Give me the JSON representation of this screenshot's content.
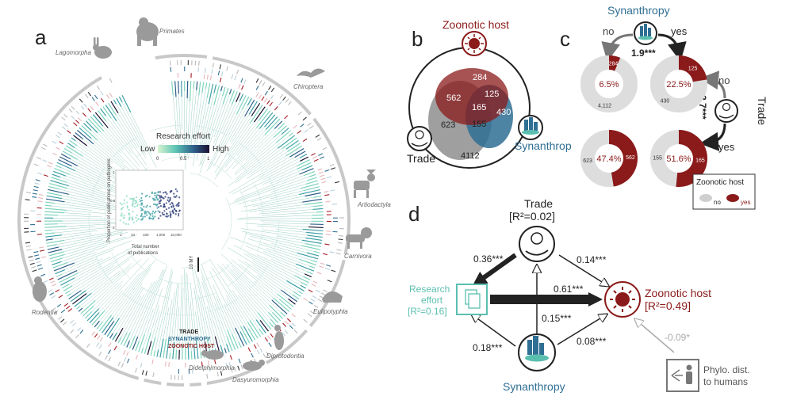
{
  "panels": {
    "a": "a",
    "b": "b",
    "c": "c",
    "d": "d"
  },
  "panel_a": {
    "orders": [
      "Primates",
      "Lagomorpha",
      "Chiroptera",
      "Artiodactyla",
      "Carnivora",
      "Eulipotyphla",
      "Diprotodontia",
      "Dasyuromorphia",
      "Didelphimorphia",
      "Rodentia"
    ],
    "research_effort": {
      "title": "Research effort",
      "low": "Low",
      "high": "High",
      "ticks": [
        "0",
        "0.5",
        "1"
      ]
    },
    "ring_legend": {
      "trade": "TRADE",
      "synanthropy": "SYNANTHROPY",
      "zoonotic": "ZOONOTIC HOST"
    },
    "scale_bar": "10 MY",
    "inset": {
      "ylabel": "Proportion of publications on pathogens",
      "xlabel1": "Total number",
      "xlabel2": "of publications",
      "xticks": [
        "1",
        "10",
        "100",
        "1,000",
        "10,000"
      ],
      "yticks": [
        "0",
        "0.5",
        "1"
      ]
    }
  },
  "chart_data": [
    {
      "type": "venn",
      "sets": [
        "Zoonotic host",
        "Trade",
        "Synanthropy"
      ],
      "regions": {
        "zoonotic_only": 284,
        "zoonotic_trade": 562,
        "all_three": 165,
        "zoonotic_synanthropy": 125,
        "synanthropy_only": 430,
        "trade_only": 623,
        "trade_synanthropy": 155,
        "none": 4112
      },
      "labels": {
        "zoonotic": "Zoonotic host",
        "trade": "Trade",
        "synanthropy": "Synanthropy"
      },
      "colors": {
        "zoonotic": "#8b1a1a",
        "trade": "#8a8a8a",
        "synanthropy": "#2f6f93"
      }
    },
    {
      "type": "pie",
      "title_top": "Synanthropy",
      "title_right": "Trade",
      "arrows": {
        "no": "no",
        "yes": "yes",
        "syn_ratio": "1.9***",
        "trade_ratio": "2.7***"
      },
      "donuts": [
        {
          "pct_label": "6.5%",
          "zoonotic": 284,
          "non_zoonotic": 4112,
          "zoonotic_label": "284",
          "non_label": "4,112"
        },
        {
          "pct_label": "22.5%",
          "zoonotic": 125,
          "non_zoonotic": 430,
          "zoonotic_label": "125",
          "non_label": "430"
        },
        {
          "pct_label": "47.4%",
          "zoonotic": 562,
          "non_zoonotic": 623,
          "zoonotic_label": "562",
          "non_label": "623"
        },
        {
          "pct_label": "51.6%",
          "zoonotic": 165,
          "non_zoonotic": 155,
          "zoonotic_label": "165",
          "non_label": "155"
        }
      ],
      "legend": {
        "title": "Zoonotic host",
        "no": "no",
        "yes": "yes"
      },
      "colors": {
        "zoonotic": "#8b1a1a",
        "non_zoonotic": "#dddddd"
      }
    },
    {
      "type": "path_diagram",
      "nodes": {
        "trade": {
          "label": "Trade",
          "r2": "[R²=0.02]"
        },
        "research": {
          "label1": "Research",
          "label2": "effort",
          "r2": "[R²=0.16]"
        },
        "zoonotic": {
          "label": "Zoonotic host",
          "r2": "[R²=0.49]"
        },
        "synanthropy": {
          "label": "Synanthropy"
        },
        "phylo": {
          "label1": "Phylo. dist.",
          "label2": "to humans"
        }
      },
      "edges": [
        {
          "from": "trade",
          "to": "research",
          "coef": "0.36***"
        },
        {
          "from": "trade",
          "to": "zoonotic",
          "coef": "0.14***"
        },
        {
          "from": "research",
          "to": "zoonotic",
          "coef": "0.61***"
        },
        {
          "from": "synanthropy",
          "to": "trade",
          "coef": "0.15***"
        },
        {
          "from": "synanthropy",
          "to": "research",
          "coef": "0.18***"
        },
        {
          "from": "synanthropy",
          "to": "zoonotic",
          "coef": "0.08***"
        },
        {
          "from": "phylo",
          "to": "zoonotic",
          "coef": "-0.09*"
        }
      ],
      "colors": {
        "research": "#5bbfb0",
        "zoonotic": "#8b1a1a",
        "synanthropy": "#2f6f93",
        "phylo": "#777777"
      }
    }
  ]
}
